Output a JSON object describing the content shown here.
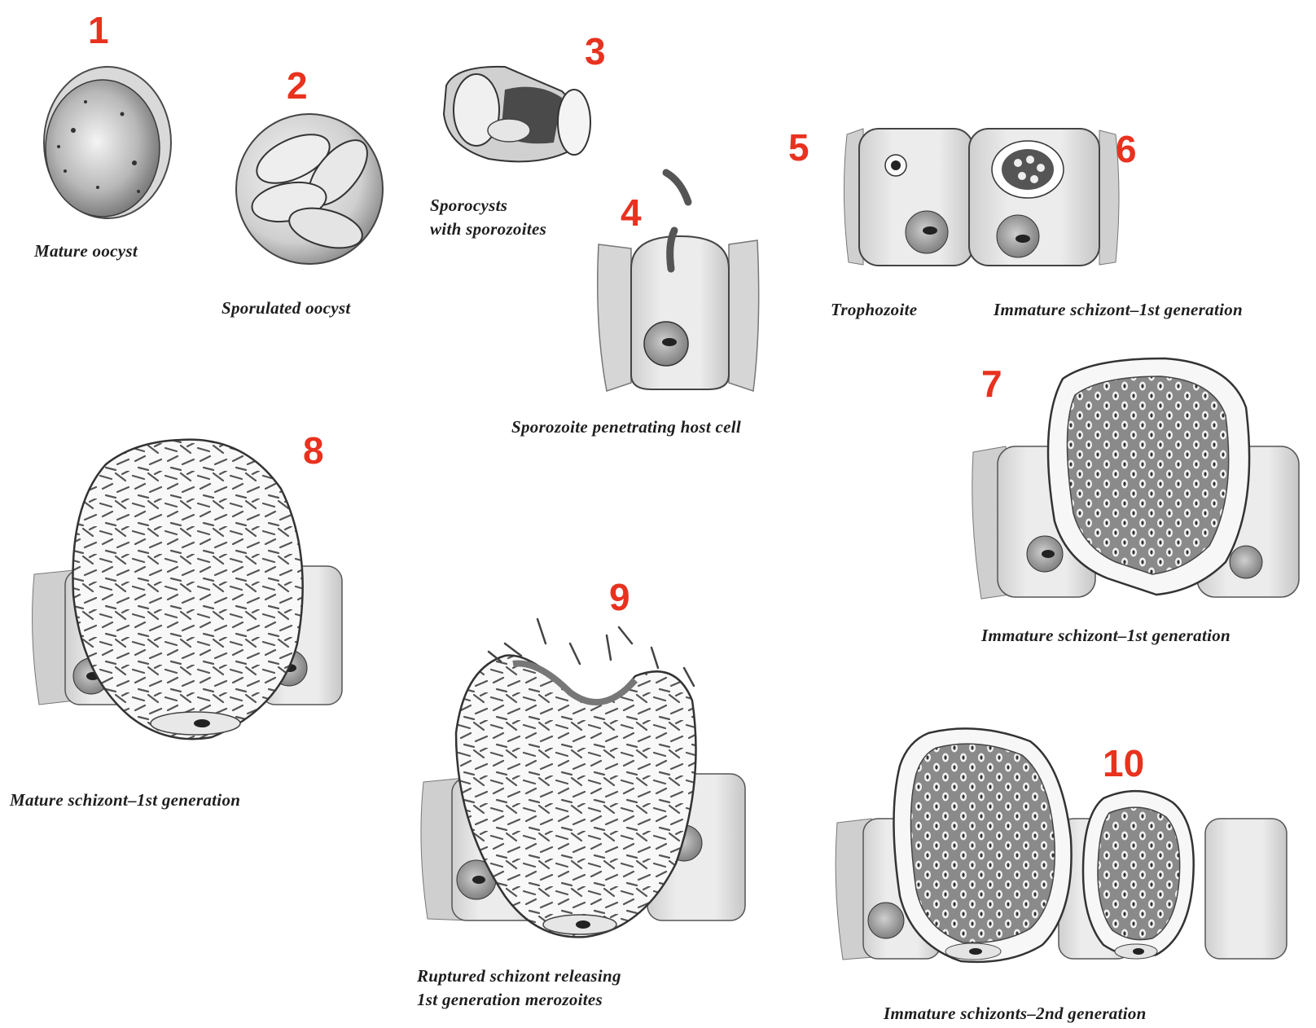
{
  "stages": [
    {
      "number": "1",
      "caption": "Mature oocyst"
    },
    {
      "number": "2",
      "caption": "Sporulated oocyst"
    },
    {
      "number": "3",
      "caption": "Sporocysts\nwith sporozoites"
    },
    {
      "number": "4",
      "caption": "Sporozoite penetrating host cell"
    },
    {
      "number": "5",
      "caption": "Trophozoite"
    },
    {
      "number": "6",
      "caption": "Immature schizont–1st generation"
    },
    {
      "number": "7",
      "caption": "Immature schizont–1st generation"
    },
    {
      "number": "8",
      "caption": "Mature schizont–1st generation"
    },
    {
      "number": "9",
      "caption": "Ruptured schizont releasing\n1st generation merozoites"
    },
    {
      "number": "10",
      "caption": "Immature schizonts–2nd generation"
    }
  ],
  "colors": {
    "number": "#e8321f",
    "caption": "#1e1e1e",
    "host_cell": "#e3e3e3",
    "schizont_fill": "#8e8e8e"
  }
}
